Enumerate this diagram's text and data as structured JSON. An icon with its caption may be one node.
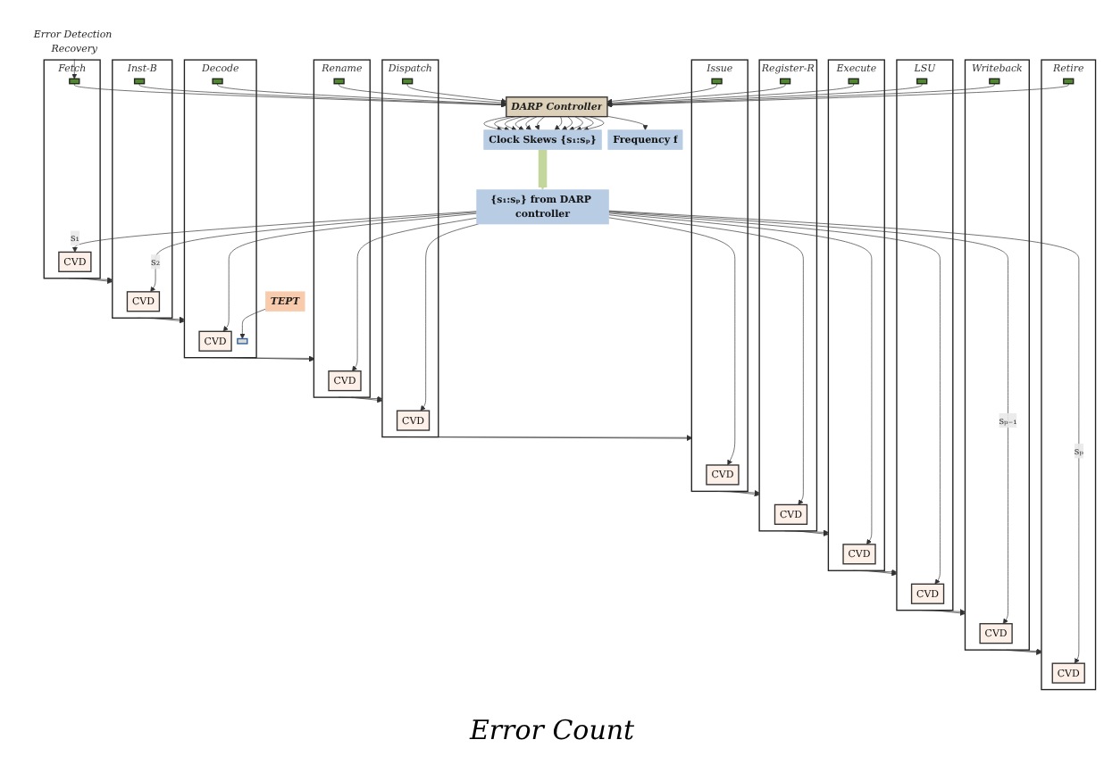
{
  "diagram": {
    "nodes": [
      {
        "text": [
          "{s₁:sₚ} from DARP controller"
        ]
      },
      {
        "text": [
          "Fetch"
        ]
      },
      {
        "text": [
          "CVD"
        ],
        "in": 1
      },
      {
        "text": [],
        "shape": "box",
        "in": 1
      },
      {
        "text": [
          "Inst-B"
        ]
      },
      {
        "text": [
          "CVD"
        ],
        "in": 4
      },
      {
        "text": [],
        "shape": "box",
        "in": 4
      },
      {
        "text": [
          "Decode"
        ]
      },
      {
        "text": [
          "CVD"
        ],
        "in": 7
      },
      {
        "text": [],
        "shape": "box",
        "in": 7
      },
      {
        "text": [],
        "shape": "box",
        "in": 7
      },
      {
        "text": [
          "Rename"
        ]
      },
      {
        "text": [
          "CVD"
        ],
        "in": 11
      },
      {
        "text": [],
        "shape": "box",
        "in": 11
      },
      {
        "text": [
          "Dispatch"
        ]
      },
      {
        "text": [
          "CVD"
        ],
        "in": 14
      },
      {
        "text": [],
        "shape": "box",
        "in": 14
      },
      {
        "text": [
          "Issue"
        ]
      },
      {
        "text": [
          "CVD"
        ],
        "in": 17
      },
      {
        "text": [],
        "shape": "box",
        "in": 17
      },
      {
        "text": [
          "Register-R"
        ]
      },
      {
        "text": [
          "CVD"
        ],
        "in": 20
      },
      {
        "text": [],
        "shape": "box",
        "in": 20
      },
      {
        "text": [
          "Execute"
        ]
      },
      {
        "text": [
          "CVD"
        ],
        "in": 23
      },
      {
        "text": [],
        "shape": "box",
        "in": 23
      },
      {
        "text": [
          "LSU"
        ]
      },
      {
        "text": [
          "CVD"
        ],
        "in": 26
      },
      {
        "text": [],
        "shape": "box",
        "in": 26
      },
      {
        "text": [
          "Writeback"
        ]
      },
      {
        "text": [
          "CVD"
        ],
        "in": 29
      },
      {
        "text": [],
        "shape": "box",
        "in": 29
      },
      {
        "text": [
          "Retire"
        ]
      },
      {
        "text": [
          "CVD"
        ],
        "in": 32
      },
      {
        "text": [],
        "shape": "box",
        "in": 32
      },
      {
        "text": [
          "TEPT"
        ]
      },
      {
        "text": [
          "Error Detection Recovery"
        ]
      },
      {
        "text": [
          "DARP Controller"
        ]
      },
      {
        "text": [
          "Frequency f"
        ]
      },
      {
        "text": [
          "Clock Skews {s₁:sₚ}"
        ]
      }
    ],
    "edges": [
      {
        "from": 0,
        "to": 2,
        "arrow": "to",
        "label": "s₁"
      },
      {
        "from": 0,
        "to": 5,
        "arrow": "to",
        "label": "s₂"
      },
      {
        "from": 0,
        "to": 8,
        "arrow": "to"
      },
      {
        "from": 0,
        "to": 12,
        "arrow": "to"
      },
      {
        "from": 0,
        "to": 15,
        "arrow": "to"
      },
      {
        "from": 0,
        "to": 18,
        "arrow": "to"
      },
      {
        "from": 0,
        "to": 21,
        "arrow": "to"
      },
      {
        "from": 0,
        "to": 24,
        "arrow": "to"
      },
      {
        "from": 0,
        "to": 27,
        "arrow": "to"
      },
      {
        "from": 0,
        "to": 30,
        "arrow": "to",
        "label": "sₚ₋₁"
      },
      {
        "from": 0,
        "to": 33,
        "arrow": "to",
        "label": "sₚ"
      },
      {
        "from": 1,
        "to": 4,
        "arrow": "to"
      },
      {
        "from": 1,
        "to": 4,
        "arrow": "to"
      },
      {
        "from": 4,
        "to": 7,
        "arrow": "to"
      },
      {
        "from": 4,
        "to": 7,
        "arrow": "to"
      },
      {
        "from": 7,
        "to": 11,
        "arrow": "to"
      },
      {
        "from": 7,
        "to": 11,
        "arrow": "to"
      },
      {
        "from": 11,
        "to": 14,
        "arrow": "to"
      },
      {
        "from": 11,
        "to": 14,
        "arrow": "to"
      },
      {
        "from": 14,
        "to": 17,
        "arrow": "to"
      },
      {
        "from": 14,
        "to": 17,
        "arrow": "to"
      },
      {
        "from": 17,
        "to": 20,
        "arrow": "to"
      },
      {
        "from": 17,
        "to": 20,
        "arrow": "to"
      },
      {
        "from": 20,
        "to": 23,
        "arrow": "to"
      },
      {
        "from": 20,
        "to": 23,
        "arrow": "to"
      },
      {
        "from": 23,
        "to": 26,
        "arrow": "to"
      },
      {
        "from": 23,
        "to": 26,
        "arrow": "to"
      },
      {
        "from": 26,
        "to": 29,
        "arrow": "to"
      },
      {
        "from": 26,
        "to": 29,
        "arrow": "to"
      },
      {
        "from": 29,
        "to": 32,
        "arrow": "to"
      },
      {
        "from": 29,
        "to": 32,
        "arrow": "to"
      },
      {
        "from": 3,
        "to": 37,
        "arrow": "to"
      },
      {
        "from": 6,
        "to": 37,
        "arrow": "to"
      },
      {
        "from": 9,
        "to": 37,
        "arrow": "to"
      },
      {
        "from": 13,
        "to": 37,
        "arrow": "to"
      },
      {
        "from": 16,
        "to": 37,
        "arrow": "to"
      },
      {
        "from": 19,
        "to": 37,
        "arrow": "to"
      },
      {
        "from": 22,
        "to": 37,
        "arrow": "to"
      },
      {
        "from": 25,
        "to": 37,
        "arrow": "to"
      },
      {
        "from": 28,
        "to": 37,
        "arrow": "to"
      },
      {
        "from": 31,
        "to": 37,
        "arrow": "to"
      },
      {
        "from": 34,
        "to": 37,
        "arrow": "to"
      },
      {
        "from": 35,
        "to": 10,
        "arrow": "to"
      },
      {
        "from": 36,
        "to": 3,
        "arrow": "to"
      },
      {
        "from": 37,
        "to": 38,
        "arrow": "to"
      },
      {
        "from": 37,
        "to": 39,
        "arrow": "to"
      },
      {
        "from": 37,
        "to": 39,
        "arrow": "to"
      },
      {
        "from": 37,
        "to": 39,
        "arrow": "to"
      },
      {
        "from": 37,
        "to": 39,
        "arrow": "to"
      },
      {
        "from": 37,
        "to": 39,
        "arrow": "to"
      },
      {
        "from": 37,
        "to": 39,
        "arrow": "to"
      },
      {
        "from": 37,
        "to": 39,
        "arrow": "to"
      },
      {
        "from": 37,
        "to": 39,
        "arrow": "to"
      },
      {
        "from": 37,
        "to": 39,
        "arrow": "to"
      },
      {
        "from": 37,
        "to": 39,
        "arrow": "to"
      },
      {
        "from": 37,
        "to": 39,
        "arrow": "to"
      },
      {
        "from": 39,
        "to": 0,
        "arrow": "to",
        "style": "thick",
        "color": "#c3d69b"
      }
    ],
    "labels": [
      "Error Count"
    ]
  }
}
